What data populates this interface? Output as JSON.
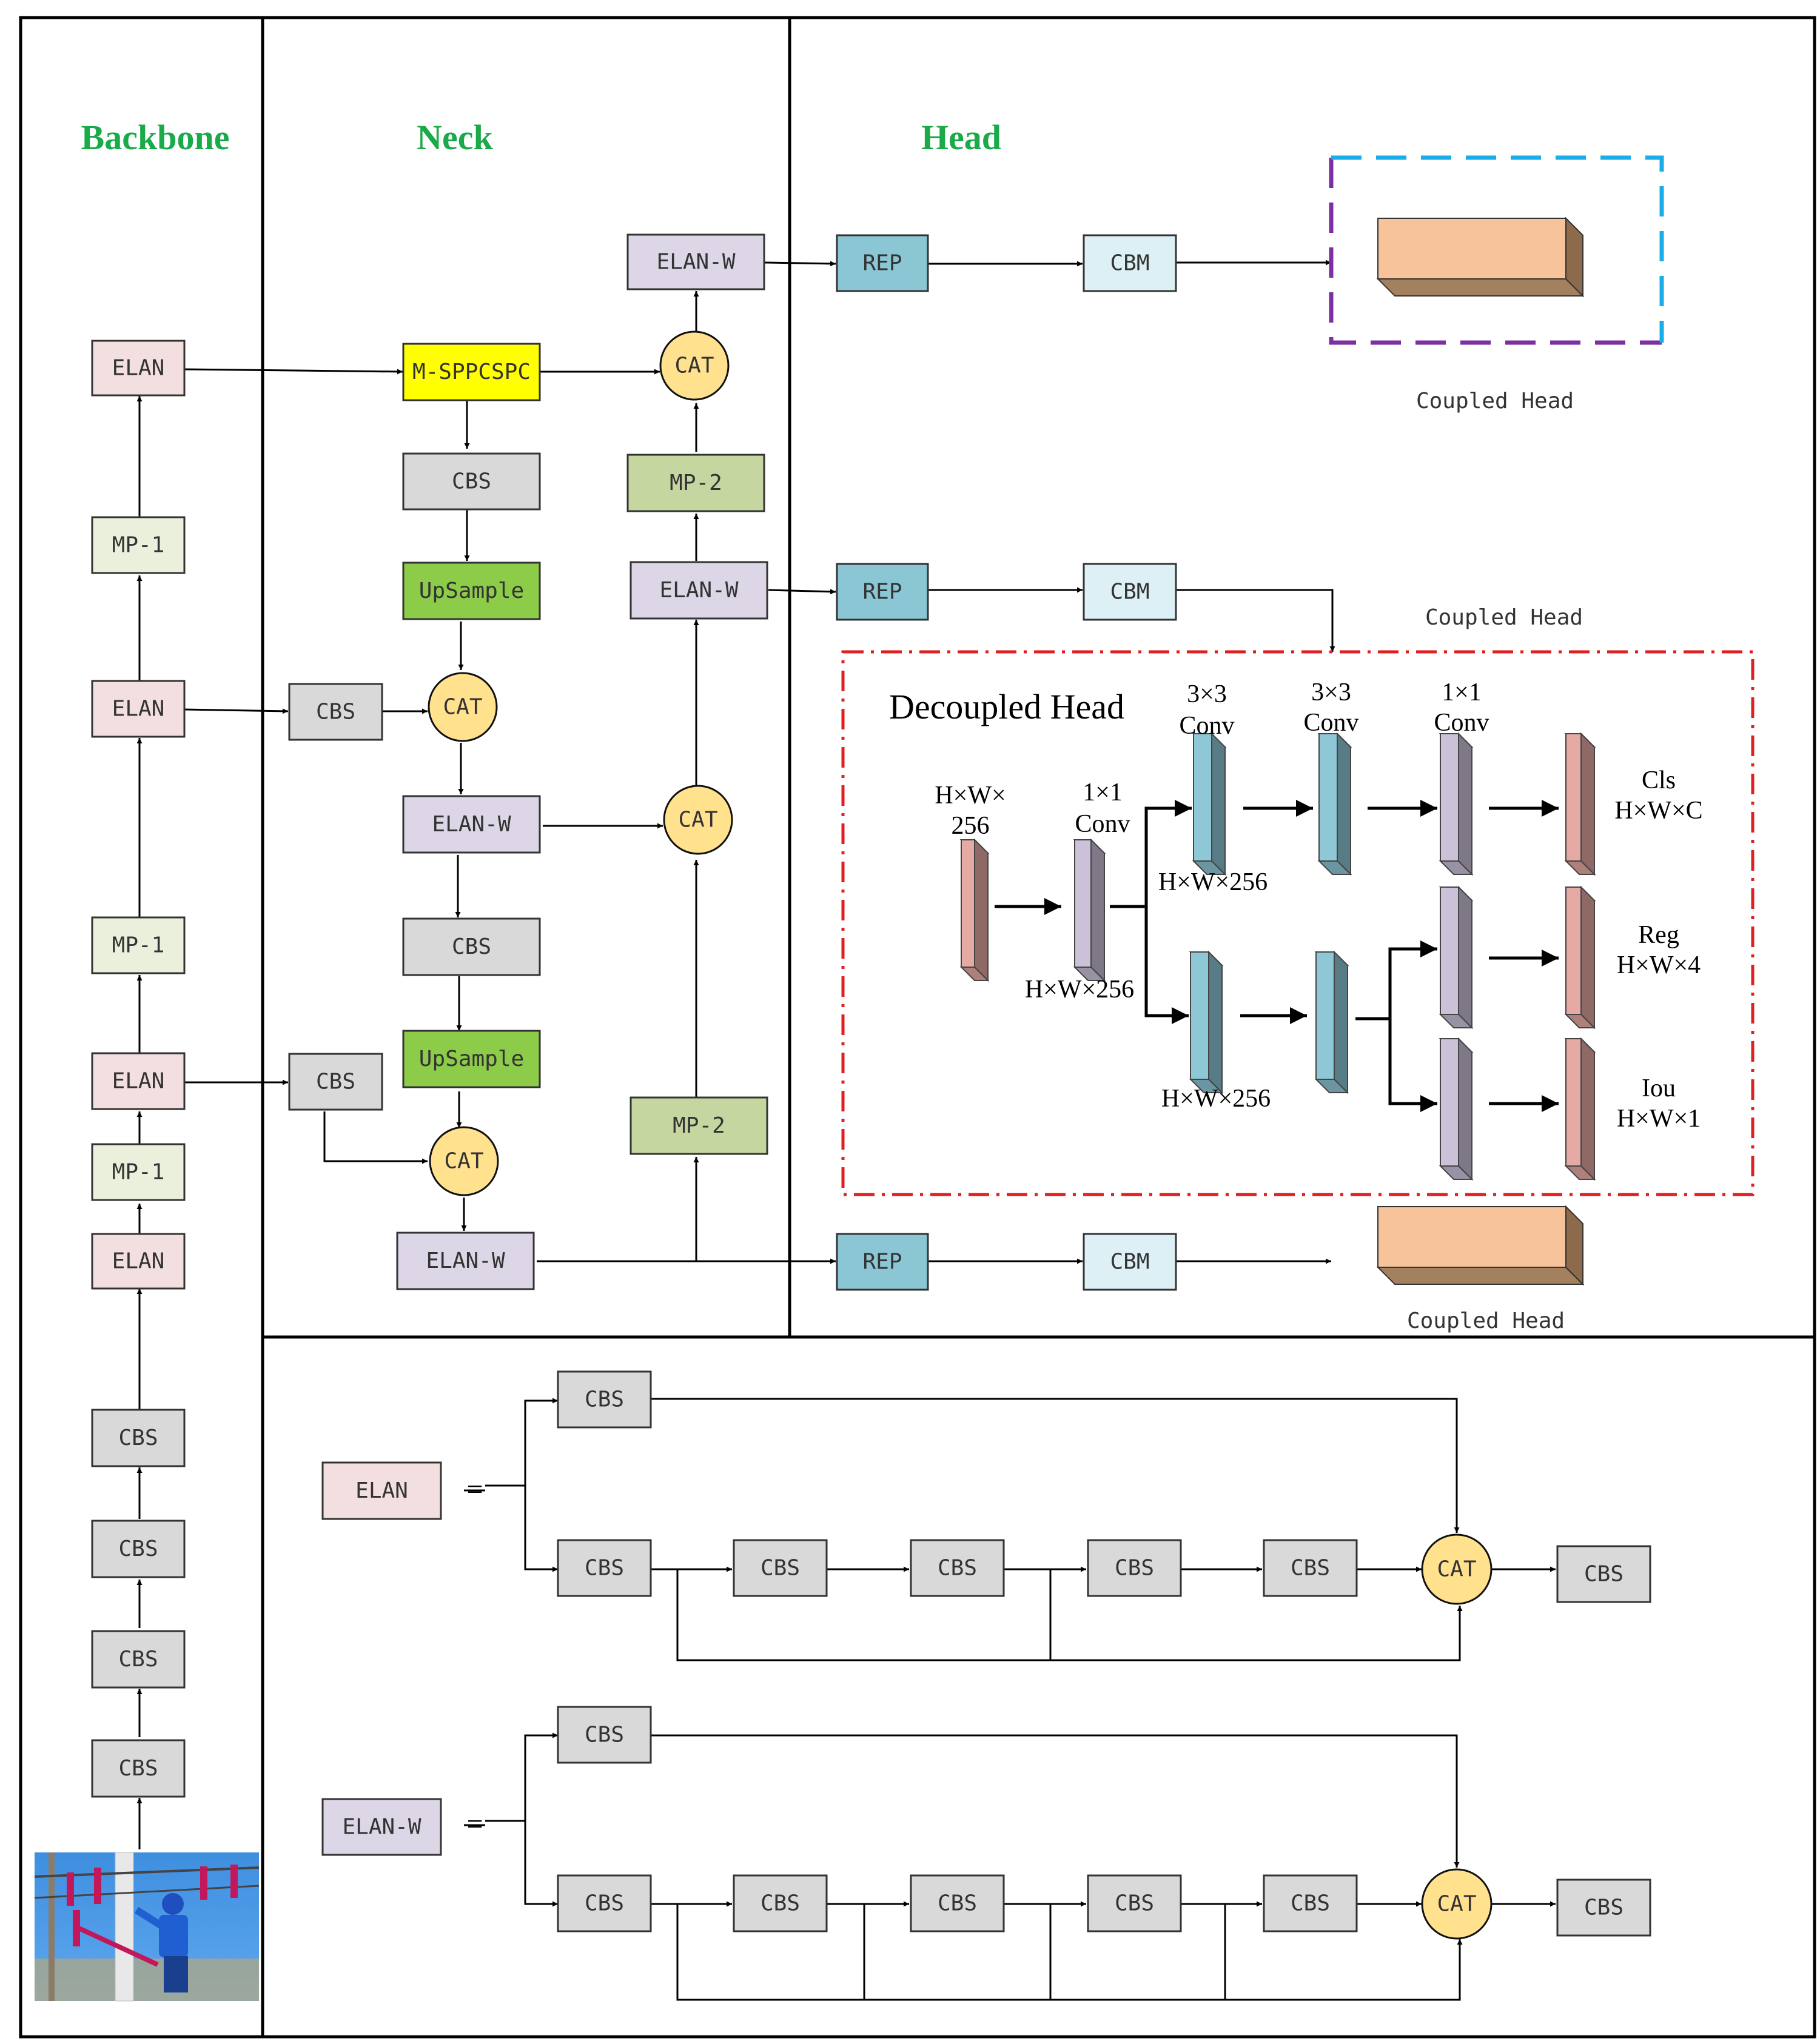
{
  "sections": {
    "backbone": "Backbone",
    "neck": "Neck",
    "head": "Head"
  },
  "colors": {
    "section_title": "#1aaa4a",
    "elan": "#f3dfdf",
    "elan_w": "#dcd6e6",
    "mp1": "#eaf0dc",
    "mp2": "#c5d6a0",
    "cbs": "#d9d9d9",
    "upsample": "#8ccc48",
    "sppcspc": "#ffff00",
    "cat": "#ffe18e",
    "rep": "#8ac6d4",
    "cbm": "#dcf0f6",
    "coupled_head": "#f6c39b",
    "decoupled_border": "#e02020",
    "dashed_blue": "#1aaee8",
    "dashed_purple": "#7b2fa0"
  },
  "photo": {
    "icon": "lineman-photo"
  },
  "backbone": {
    "input_stem": [
      "CBS",
      "CBS",
      "CBS",
      "CBS"
    ],
    "stages": [
      "ELAN",
      "MP-1",
      "ELAN",
      "MP-1",
      "ELAN",
      "MP-1",
      "ELAN"
    ]
  },
  "neck": {
    "sppcspc": "M-SPPCSPC",
    "cbs": "CBS",
    "upsample": "UpSample",
    "cat": "CAT",
    "elan_w": "ELAN-W",
    "mp2": "MP-2"
  },
  "head": {
    "rep": "REP",
    "cbm": "CBM",
    "coupled_head": "Coupled Head"
  },
  "decoupled_head": {
    "title": "Decoupled Head",
    "input_label": [
      "H×W×",
      "256"
    ],
    "conv1x1": [
      "1×1",
      "Conv"
    ],
    "conv3x3": [
      "3×3",
      "Conv"
    ],
    "dim_256": "H×W×256",
    "outputs": [
      {
        "name": "Cls",
        "shape": "H×W×C"
      },
      {
        "name": "Reg",
        "shape": "H×W×4"
      },
      {
        "name": "Iou",
        "shape": "H×W×1"
      }
    ]
  },
  "legend": {
    "elan_label": "ELAN",
    "elan_w_label": "ELAN-W",
    "equals": "=",
    "cbs": "CBS",
    "cat": "CAT"
  }
}
